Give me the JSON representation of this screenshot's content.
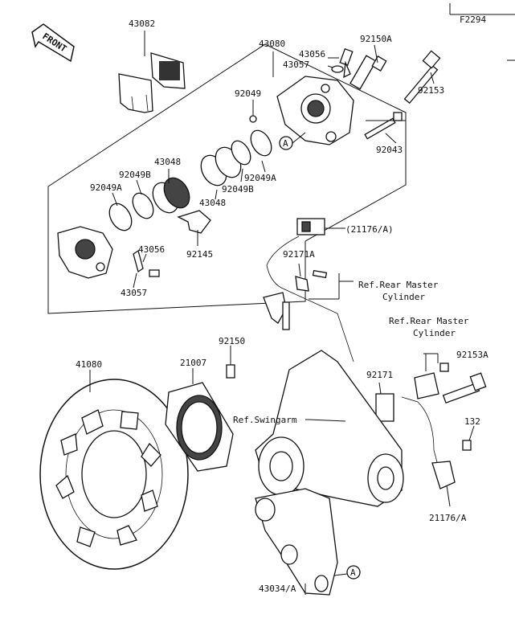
{
  "figure_code": "F2294",
  "front_label": "FRONT",
  "callout_A": "A",
  "labels": {
    "p43082": "43082",
    "p43080": "43080",
    "p43056_top": "43056",
    "p43057_top": "43057",
    "p92150A": "92150A",
    "p92153": "92153",
    "p92049": "92049",
    "p92043": "92043",
    "p43048_a": "43048",
    "p92049B_a": "92049B",
    "p92049A_a": "92049A",
    "p92049A_b": "92049A",
    "p92049B_b": "92049B",
    "p43048_b": "43048",
    "p43056_bot": "43056",
    "p43057_bot": "43057",
    "p92145": "92145",
    "p21176A_top": "(21176/A)",
    "p92171A": "92171A",
    "ref_rear_master_1_line1": "Ref.Rear Master",
    "ref_rear_master_1_line2": "Cylinder",
    "ref_rear_master_2_line1": "Ref.Rear Master",
    "ref_rear_master_2_line2": "Cylinder",
    "p92150": "92150",
    "p21007": "21007",
    "p41080": "41080",
    "p92171": "92171",
    "p92153A": "92153A",
    "ref_swingarm": "Ref.Swingarm",
    "p132": "132",
    "p21176A_bot": "21176/A",
    "p43034A": "43034/A"
  }
}
